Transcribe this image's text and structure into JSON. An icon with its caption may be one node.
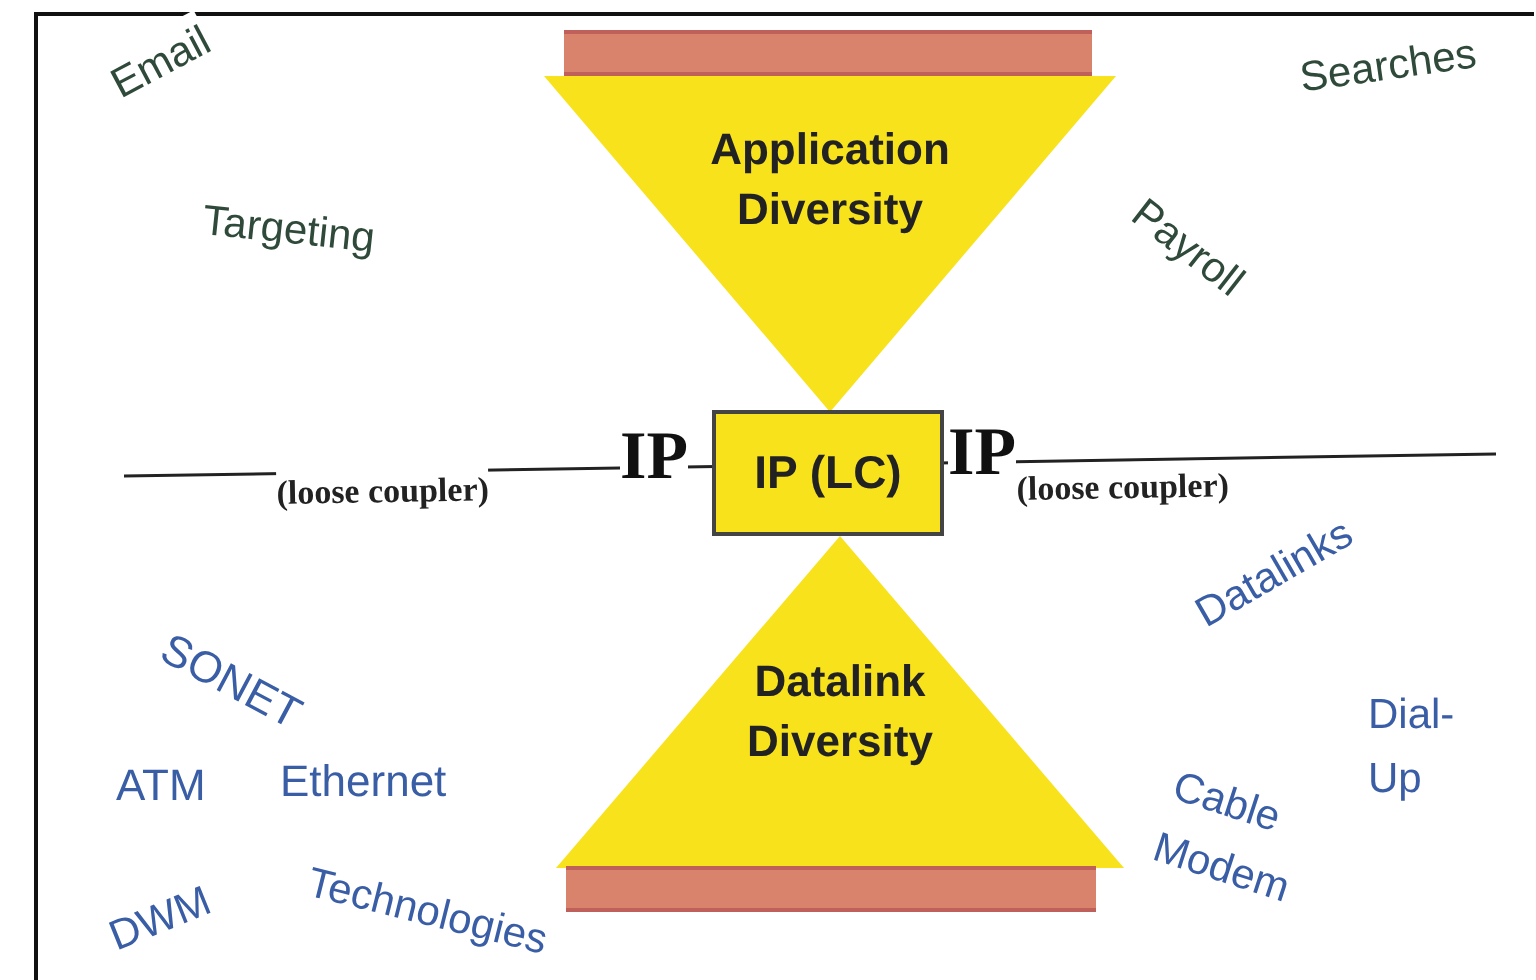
{
  "diagram": {
    "nodes": [
      {
        "text": [],
        "shape": "bar"
      },
      {
        "text": [
          "Application Diversity"
        ]
      },
      {
        "text": [
          "IP (LC)"
        ]
      },
      {
        "text": [
          "Datalink Diversity"
        ]
      },
      {
        "text": [],
        "shape": "bar"
      }
    ],
    "labels": [
      "Email",
      "Targeting",
      "Searches",
      "Payroll",
      "(loose coupler)",
      "IP",
      "IP",
      "(loose coupler)",
      "SONET",
      "Datalinks",
      "Dial- Up",
      "ATM",
      "Ethernet",
      "Cable Modem",
      "Technologies",
      "DWM"
    ]
  }
}
